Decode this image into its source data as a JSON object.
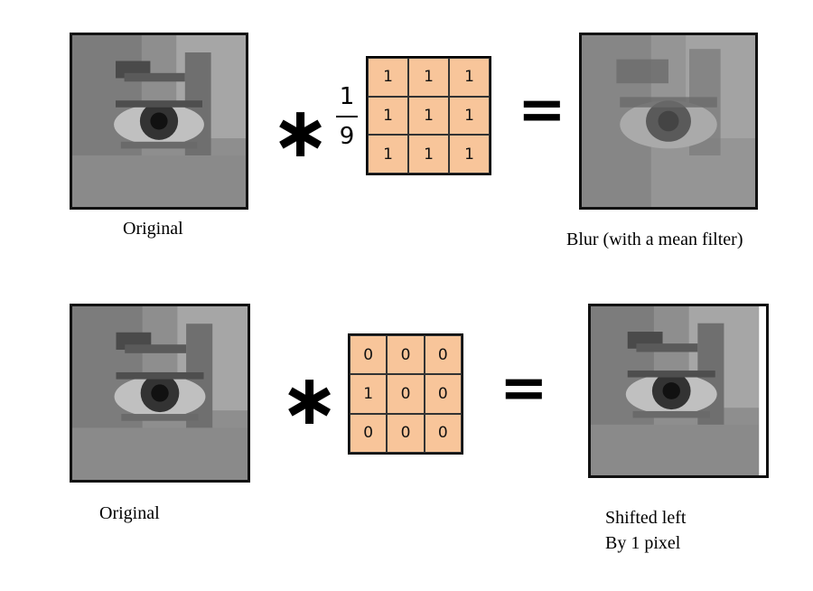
{
  "row1": {
    "operator": "∗",
    "fraction": {
      "numerator": "1",
      "denominator": "9"
    },
    "kernel": [
      "1",
      "1",
      "1",
      "1",
      "1",
      "1",
      "1",
      "1",
      "1"
    ],
    "equals": "=",
    "left_caption": "Original",
    "right_caption": "Blur (with a mean filter)"
  },
  "row2": {
    "operator": "∗",
    "kernel": [
      "0",
      "0",
      "0",
      "1",
      "0",
      "0",
      "0",
      "0",
      "0"
    ],
    "equals": "=",
    "left_caption": "Original",
    "right_caption_line1": "Shifted left",
    "right_caption_line2": "By 1 pixel"
  },
  "colors": {
    "kernel_fill": "#f8c59a",
    "frame": "#111111"
  }
}
